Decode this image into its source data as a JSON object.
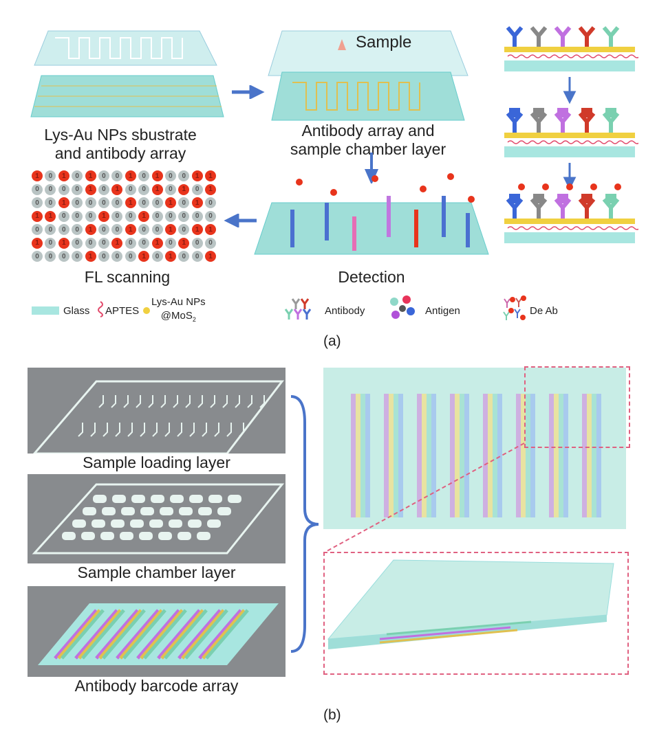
{
  "panel_a": {
    "step1_label": [
      "Lys-Au NPs sbustrate",
      "and antibody array"
    ],
    "step2_label": [
      "Antibody array and",
      "sample chamber layer"
    ],
    "sample_label": "Sample",
    "step3_label": "Detection",
    "step4_label": "FL scanning",
    "fl_grid": [
      [
        1,
        0,
        1,
        0,
        1,
        0,
        0,
        1,
        0,
        1,
        0,
        0,
        1,
        1
      ],
      [
        0,
        0,
        0,
        0,
        1,
        0,
        1,
        0,
        0,
        1,
        0,
        1,
        0,
        1
      ],
      [
        0,
        0,
        1,
        0,
        0,
        0,
        0,
        1,
        0,
        0,
        1,
        0,
        1,
        0
      ],
      [
        1,
        1,
        0,
        0,
        0,
        1,
        0,
        0,
        1,
        0,
        0,
        0,
        0,
        0
      ],
      [
        0,
        0,
        0,
        0,
        1,
        0,
        0,
        1,
        0,
        0,
        1,
        0,
        1,
        1
      ],
      [
        1,
        0,
        1,
        0,
        0,
        0,
        1,
        0,
        0,
        1,
        0,
        1,
        0,
        0
      ],
      [
        0,
        0,
        0,
        0,
        1,
        0,
        0,
        0,
        1,
        0,
        1,
        0,
        0,
        1
      ]
    ],
    "legend": {
      "glass": "Glass",
      "aptes": "APTES",
      "np_line1": "Lys-Au NPs",
      "np_line2": "@MoS",
      "np_sub": "2",
      "antibody": "Antibody",
      "antigen": "Antigen",
      "deab": "De Ab"
    },
    "caption": "(a)"
  },
  "panel_b": {
    "layer1": "Sample loading layer",
    "layer2": "Sample chamber layer",
    "layer3": "Antibody barcode array",
    "caption": "(b)"
  },
  "colors": {
    "glass": "#a8e6e0",
    "red": "#e8341c",
    "blue_arrow": "#4a74c9",
    "dash": "#e06080"
  }
}
